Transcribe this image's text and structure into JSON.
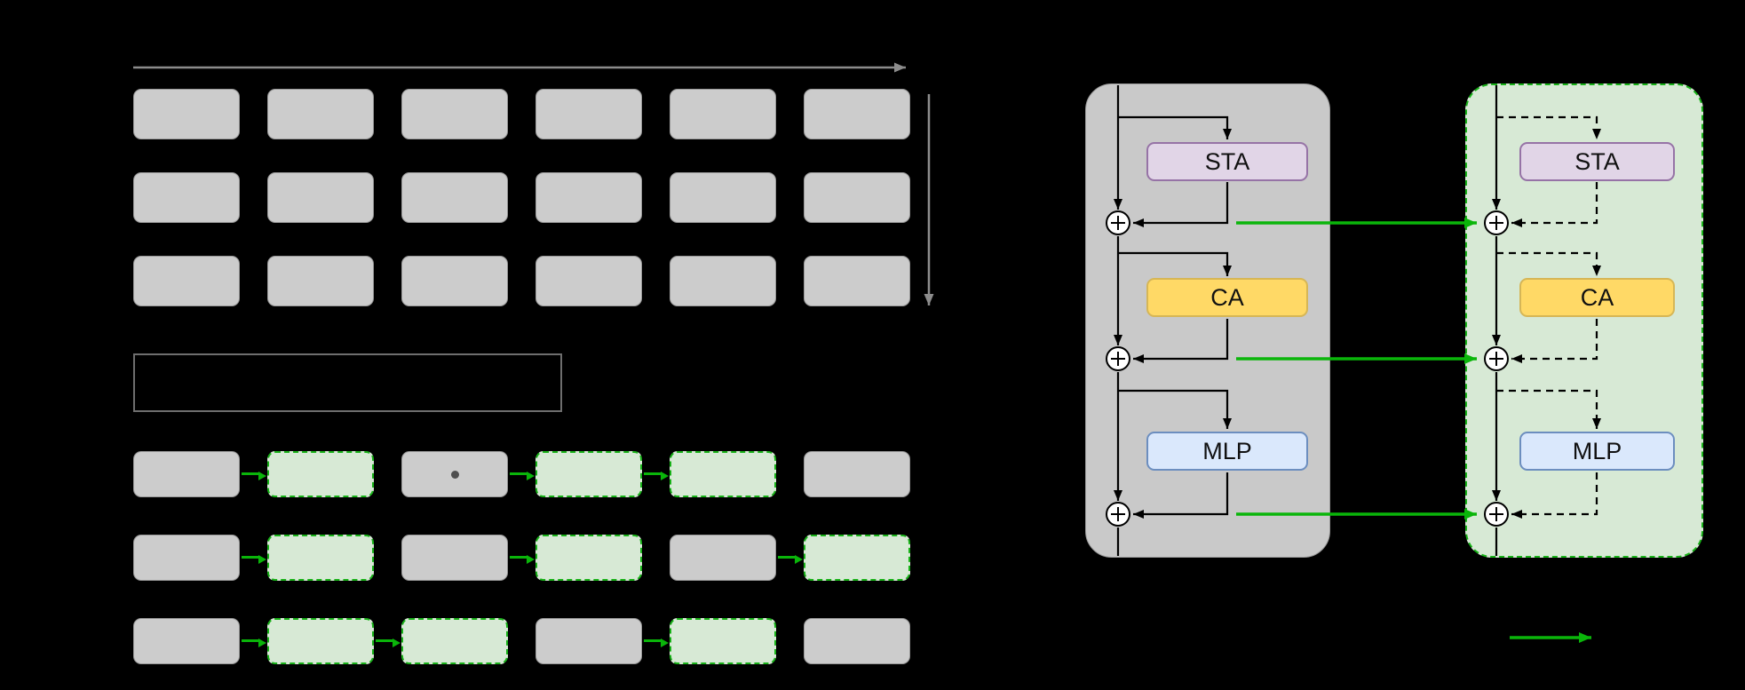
{
  "figure": {
    "blocks_computed": {
      "sta": "STA",
      "ca": "CA",
      "mlp": "MLP"
    },
    "blocks_cached": {
      "sta": "STA",
      "ca": "CA",
      "mlp": "MLP"
    }
  },
  "top_grid": {
    "rows": 3,
    "cols": 6
  },
  "bottom_grid": {
    "rows": [
      {
        "cells": [
          "gray",
          "green",
          "gray-dot",
          "green",
          "green",
          "gray"
        ],
        "arrows_after": [
          0,
          2,
          3
        ]
      },
      {
        "cells": [
          "gray",
          "green",
          "gray",
          "green",
          "gray",
          "green"
        ],
        "arrows_after": [
          0,
          2,
          4
        ]
      },
      {
        "cells": [
          "gray",
          "green",
          "green",
          "gray",
          "green",
          "gray"
        ],
        "arrows_after": [
          0,
          1,
          3
        ]
      }
    ]
  },
  "colors": {
    "background": "#000000",
    "block_gray": "#cccccc",
    "block_gray_border": "#989898",
    "cached_green_fill": "#d7e9d5",
    "cached_green_border": "#19b219",
    "arrow_green": "#0ab50a",
    "container_gray": "#c9c9c9",
    "container_gray_border": "#9a9a9a",
    "container_green": "#d7e9d5",
    "sta_fill": "#e1d5e7",
    "sta_border": "#9673a6",
    "ca_fill": "#ffd966",
    "ca_border": "#d6b656",
    "mlp_fill": "#dae8fc",
    "mlp_border": "#6c8ebf",
    "line_gray": "#8c8c8c",
    "line_black": "#000000",
    "outline_box_border": "#6e6e6e",
    "add_node_bg": "#ffffff",
    "add_node_border": "#000000",
    "dot_color": "#4f4f4f"
  }
}
